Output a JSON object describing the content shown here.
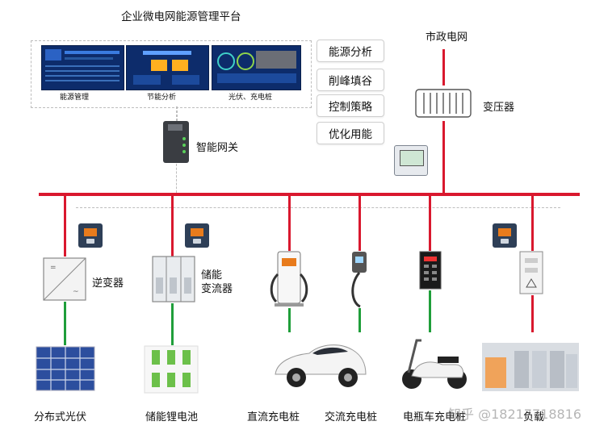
{
  "platform": {
    "title": "企业微电网能源管理平台",
    "screens": [
      "能源管理",
      "节能分析",
      "光伏、充电桩"
    ],
    "functions": [
      "能源分析",
      "削峰填谷",
      "控制策略",
      "优化用能"
    ]
  },
  "gateway": {
    "label": "智能网关"
  },
  "grid": {
    "label": "市政电网"
  },
  "transformer": {
    "label": "变压器"
  },
  "devices": {
    "inverter": "逆变器",
    "pcs_line1": "储能",
    "pcs_line2": "变流器"
  },
  "bottom_labels": [
    "分布式光伏",
    "储能锂电池",
    "直流充电桩",
    "交流充电桩",
    "电瓶车充电桩",
    "负载"
  ],
  "watermark": "知乎 @18217718816",
  "colors": {
    "power": "#d9182e",
    "data": "#1f9e3a",
    "dashed": "#bdbdbd",
    "screen": "#0d2c6b"
  }
}
